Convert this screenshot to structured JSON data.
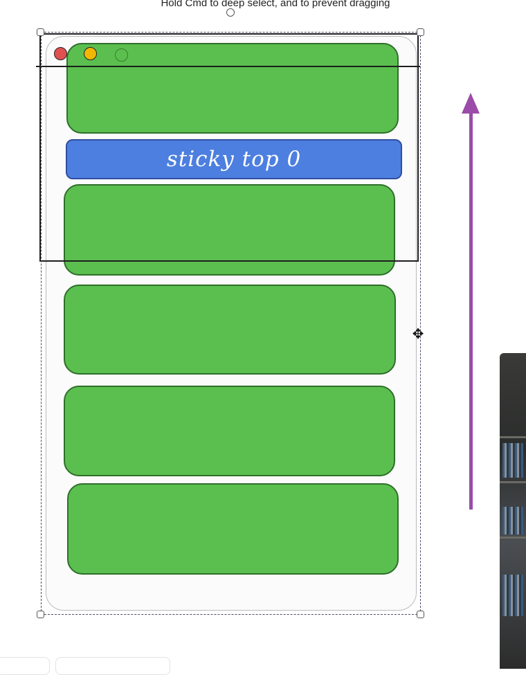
{
  "hint_text": "Hold Cmd to deep select, and to prevent dragging",
  "sticky_label": "sticky top 0",
  "colors": {
    "card_fill": "#5bbf4f",
    "sticky_fill": "#4d7fe0",
    "arrow": "#9a4ca8",
    "dot_close": "#e05050",
    "dot_minimize": "#f2b705",
    "dot_maximize": "#5bbf4f"
  },
  "scroll_direction": "up",
  "icons": [
    "rotate-handle-icon",
    "move-cursor-icon",
    "scroll-up-arrow-icon"
  ]
}
